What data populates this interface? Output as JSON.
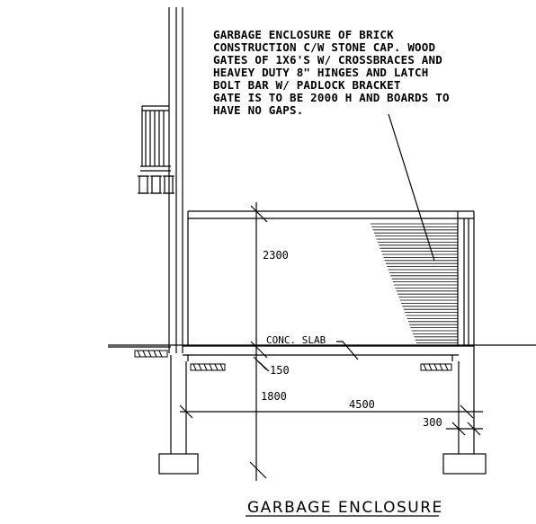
{
  "note": {
    "lines": [
      "GARBAGE ENCLOSURE OF BRICK",
      "CONSTRUCTION C/W STONE CAP. WOOD",
      "GATES OF 1X6'S W/ CROSSBRACES AND",
      "HEAVEY DUTY 8\" HINGES AND LATCH",
      "BOLT BAR W/ PADLOCK BRACKET",
      "GATE IS TO BE 2000 H AND BOARDS TO",
      "HAVE NO GAPS."
    ]
  },
  "dimensions": {
    "height": "2300",
    "slab_thickness": "150",
    "footing_depth": "1800",
    "width": "4500",
    "footing_width": "300"
  },
  "labels": {
    "slab": "CONC. SLAB"
  },
  "title": "GARBAGE ENCLOSURE"
}
